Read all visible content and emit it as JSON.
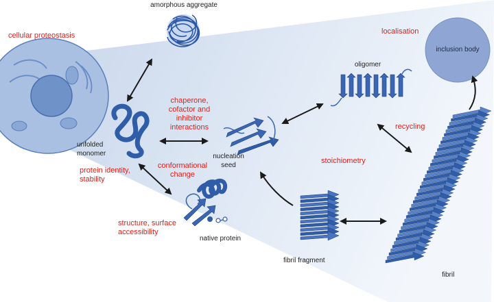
{
  "colors": {
    "annotation": "#e0201b",
    "label": "#222222",
    "protein": "#2f5da8",
    "background_wedge": "#dce6f3",
    "cell": "#9db6dc",
    "nucleus": "#6f92c9",
    "inclusion_body": "#8fa6d4"
  },
  "labels": {
    "amorphous_aggregate": "amorphous aggregate",
    "oligomer": "oligomer",
    "inclusion_body": "inclusion body",
    "unfolded_monomer": [
      "unfolded",
      "monomer"
    ],
    "nucleation_seed": [
      "nucleation",
      "seed"
    ],
    "native_protein": "native protein",
    "fibril_fragment": "fibril fragment",
    "fibril": "fibril"
  },
  "annotations": {
    "cellular_proteostasis": "cellular proteostasis",
    "localisation": "localisation",
    "chaperone": [
      "chaperone,",
      "cofactor and",
      "inhibitor",
      "interactions"
    ],
    "recycling": "recycling",
    "conformational_change": [
      "conformational",
      "change"
    ],
    "stoichiometry": "stoichiometry",
    "protein_identity": [
      "protein identity,",
      "stability"
    ],
    "structure_surface": [
      "structure, surface",
      "accessibility"
    ]
  },
  "icons": [
    "cell-icon",
    "amorphous-aggregate-icon",
    "unfolded-monomer-icon",
    "nucleation-seed-icon",
    "oligomer-icon",
    "native-protein-icon",
    "fibril-fragment-icon",
    "fibril-icon",
    "inclusion-body-icon"
  ]
}
